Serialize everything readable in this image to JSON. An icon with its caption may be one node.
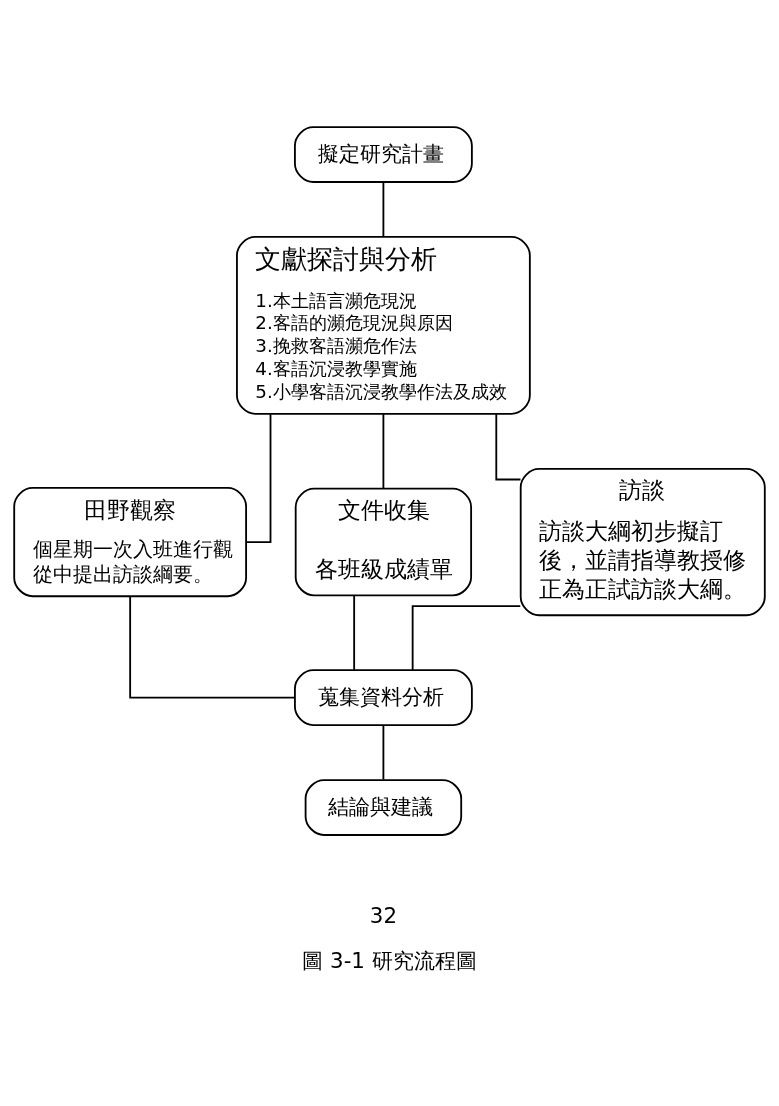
{
  "diagram": {
    "caption": "圖 3-1 研究流程圖",
    "nodes": [
      {
        "text": [
          "擬定研究計畫"
        ]
      },
      {
        "text": [
          "文獻探討與分析",
          "1.本土語言瀕危現況",
          "2.客語的瀕危現況與原因",
          "3.挽救客語瀕危作法",
          "4.客語沉浸教學實施",
          "5.小學客語沉浸教學作法及成效"
        ]
      },
      {
        "text": [
          "田野觀察",
          "個星期一次入班進行觀從中提出訪談綱要。"
        ]
      },
      {
        "text": [
          "文件收集",
          "各班級成績單"
        ]
      },
      {
        "text": [
          "訪談",
          "訪談大綱初步擬訂後，並請指導教授修正為正試訪談大綱。"
        ]
      },
      {
        "text": [
          "蒐集資料分析"
        ]
      },
      {
        "text": [
          "結論與建議"
        ]
      }
    ],
    "edges": [
      {
        "from": 0,
        "to": 1,
        "arrow": "none"
      },
      {
        "from": 1,
        "to": 2,
        "arrow": "none"
      },
      {
        "from": 1,
        "to": 3,
        "arrow": "none"
      },
      {
        "from": 1,
        "to": 4,
        "arrow": "none"
      },
      {
        "from": 2,
        "to": 5,
        "arrow": "none"
      },
      {
        "from": 3,
        "to": 5,
        "arrow": "none"
      },
      {
        "from": 4,
        "to": 5,
        "arrow": "none"
      },
      {
        "from": 5,
        "to": 6,
        "arrow": "none"
      }
    ],
    "labels": [
      "32"
    ]
  }
}
